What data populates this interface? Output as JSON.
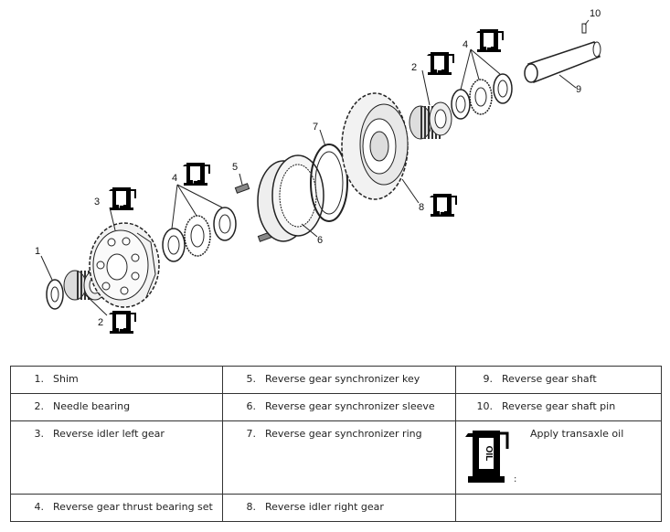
{
  "callouts": {
    "c1": "1",
    "c2a": "2",
    "c2b": "2",
    "c3": "3",
    "c4a": "4",
    "c4b": "4",
    "c5": "5",
    "c6": "6",
    "c7": "7",
    "c8": "8",
    "c9": "9",
    "c10": "10"
  },
  "oil_icon_text": "OIL",
  "legend": {
    "rows": [
      [
        {
          "num": "1.",
          "label": "Shim"
        },
        {
          "num": "5.",
          "label": "Reverse gear synchronizer key"
        },
        {
          "num": "9.",
          "label": "Reverse gear shaft"
        }
      ],
      [
        {
          "num": "2.",
          "label": "Needle bearing"
        },
        {
          "num": "6.",
          "label": "Reverse gear synchronizer sleeve"
        },
        {
          "num": "10.",
          "label": "Reverse gear shaft pin"
        }
      ],
      [
        {
          "num": "3.",
          "label": "Reverse idler left gear"
        },
        {
          "num": "7.",
          "label": "Reverse gear synchronizer ring"
        },
        {
          "label": "Apply transaxle oil",
          "colon": ":"
        }
      ],
      [
        {
          "num": "4.",
          "label": "Reverse gear thrust bearing set"
        },
        {
          "num": "8.",
          "label": "Reverse idler right gear"
        },
        {
          "label": ""
        }
      ]
    ]
  }
}
